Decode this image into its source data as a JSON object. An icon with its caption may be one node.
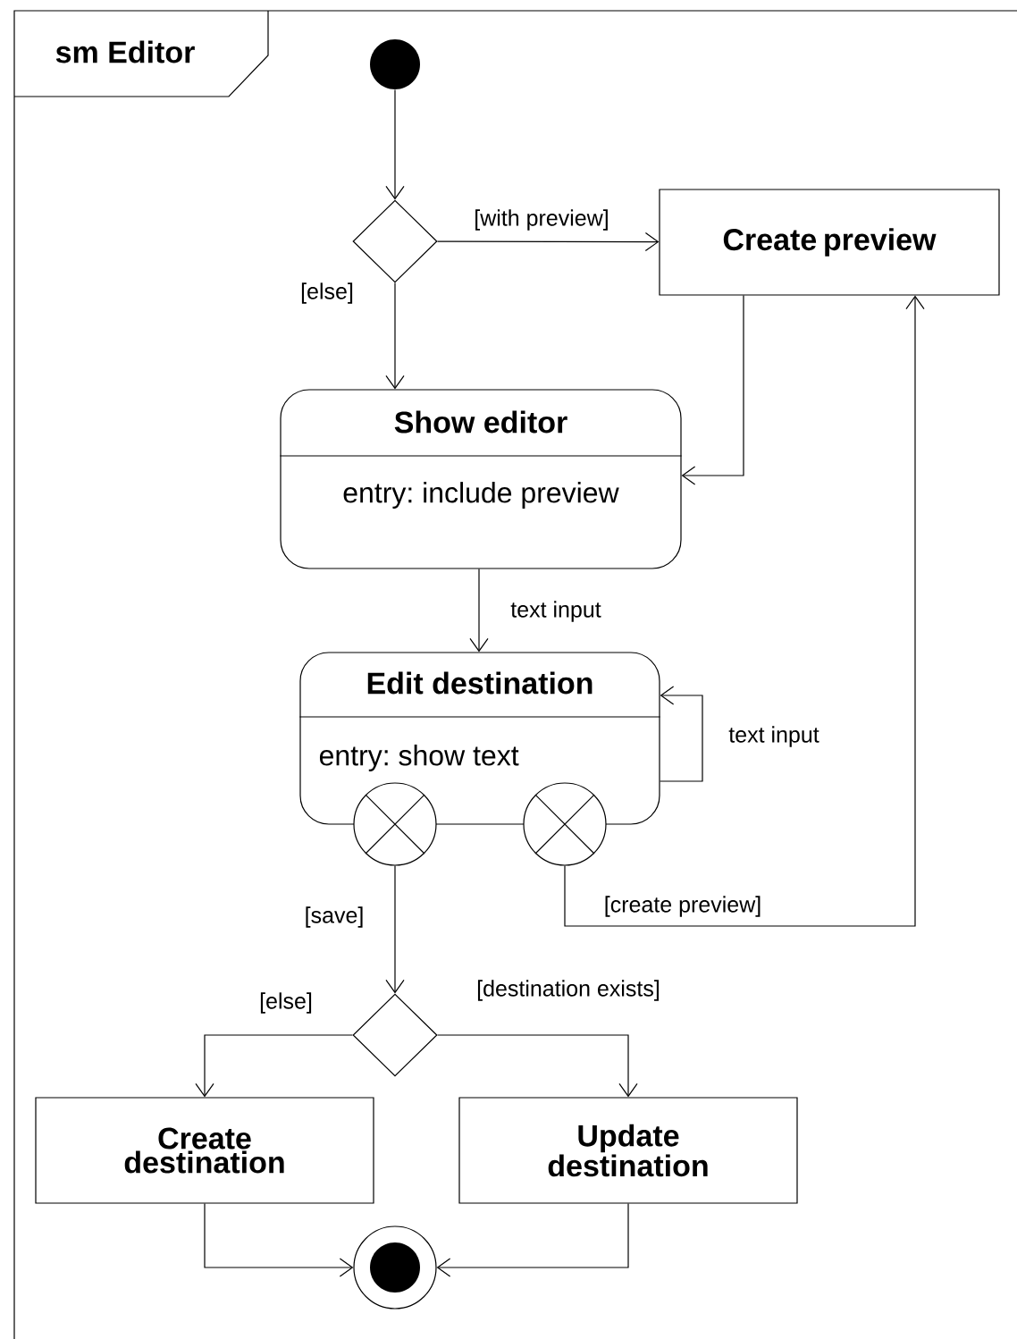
{
  "diagram": {
    "nodes": [
      {
        "text": [
          "sm Editor"
        ]
      },
      {
        "text": [],
        "shape": "circle",
        "in": 0
      },
      {
        "text": [],
        "shape": "diamond",
        "in": 0
      },
      {
        "text": [
          "Create preview"
        ],
        "in": 0
      },
      {
        "text": [
          "Show editor",
          "entry: include preview"
        ],
        "in": 0
      },
      {
        "text": [
          "Edit destination",
          "entry: show text"
        ],
        "in": 0
      },
      {
        "text": [],
        "shape": "circle",
        "in": 0
      },
      {
        "text": [],
        "shape": "circle",
        "in": 0
      },
      {
        "text": [],
        "shape": "diamond",
        "in": 0
      },
      {
        "text": [
          "Create destination"
        ],
        "in": 0
      },
      {
        "text": [
          "Update destination"
        ],
        "in": 0
      },
      {
        "text": [],
        "shape": "circle",
        "in": 0
      }
    ],
    "edges": [
      {
        "from": 1,
        "to": 2,
        "arrow": "to"
      },
      {
        "from": 2,
        "to": 3,
        "arrow": "to",
        "label": "[with preview]"
      },
      {
        "from": 2,
        "to": 4,
        "arrow": "to",
        "label": "[else]"
      },
      {
        "from": 3,
        "to": 4,
        "arrow": "to"
      },
      {
        "from": 4,
        "to": 5,
        "arrow": "to",
        "label": "text input"
      },
      {
        "from": 5,
        "to": 5,
        "arrow": "to",
        "label": "text input"
      },
      {
        "from": 7,
        "to": 3,
        "arrow": "to",
        "label": "[create preview]"
      },
      {
        "from": 6,
        "to": 8,
        "arrow": "to",
        "label": "[save]"
      },
      {
        "from": 8,
        "to": 9,
        "arrow": "to",
        "label": "[else]"
      },
      {
        "from": 8,
        "to": 10,
        "arrow": "to",
        "label": "[destination exists]"
      },
      {
        "from": 9,
        "to": 11,
        "arrow": "to"
      },
      {
        "from": 10,
        "to": 11,
        "arrow": "to"
      }
    ]
  }
}
